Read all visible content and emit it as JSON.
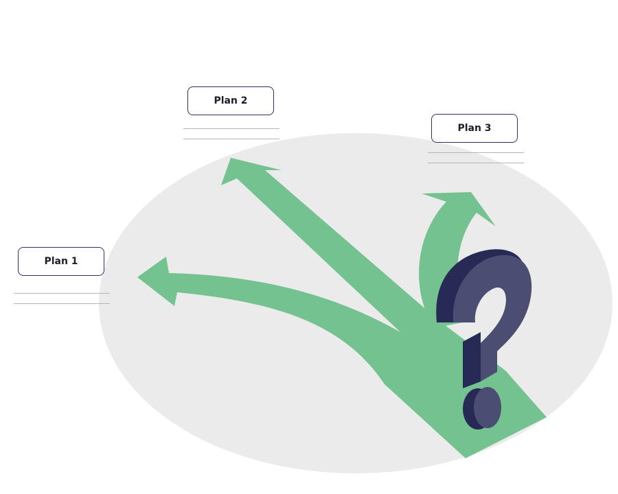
{
  "plans": [
    {
      "label": "Plan 1"
    },
    {
      "label": "Plan 2"
    },
    {
      "label": "Plan 3"
    }
  ],
  "colors": {
    "background_ellipse": "#ebebeb",
    "arrow_green": "#73c28f",
    "question_mark_front": "#4b4d73",
    "question_mark_side": "#272a54",
    "box_border": "#2b2f66",
    "placeholder_line": "#b4b4b8"
  },
  "icons": {
    "center": "question-mark-icon",
    "arrows": "three-way-branching-arrows"
  }
}
